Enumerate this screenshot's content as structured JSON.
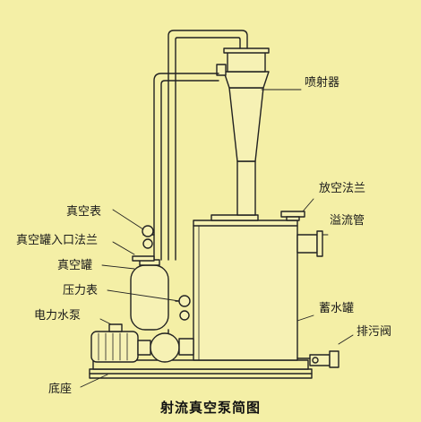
{
  "labels": {
    "ejector": "喷射器",
    "vent_flange": "放空法兰",
    "overflow_pipe": "溢流管",
    "vacuum_gauge": "真空表",
    "tank_inlet_flange": "真空罐入口法兰",
    "vacuum_tank": "真空罐",
    "pressure_gauge": "压力表",
    "electric_pump": "电力水泵",
    "storage_tank": "蓄水罐",
    "drain_valve": "排污阀",
    "base": "底座"
  },
  "caption": "射流真空泵简图"
}
